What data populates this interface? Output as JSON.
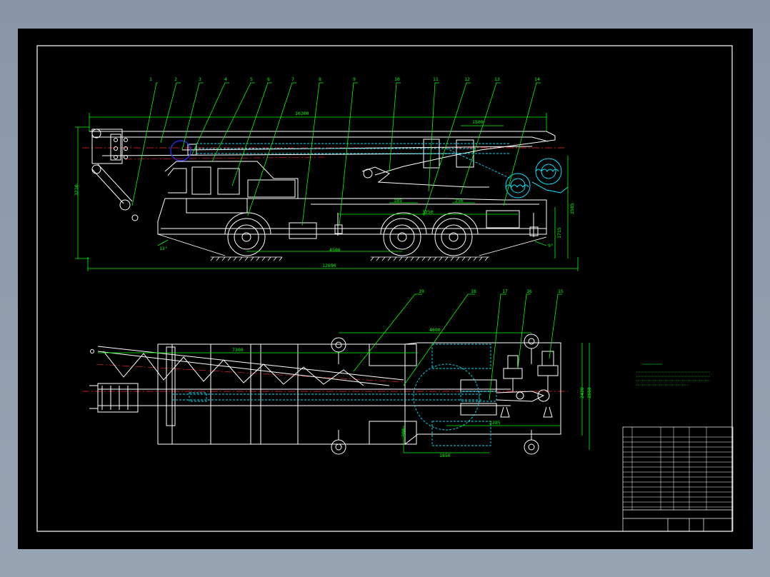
{
  "drawing": {
    "colors": {
      "background": "#000000",
      "frame": "#ffffff",
      "outline": "#ffffff",
      "leader": "#00ff00",
      "dimension": "#00ff00",
      "hidden": "#00e5ff",
      "centerline": "#ff2a2a",
      "highlight": "#3030ff"
    },
    "side_view": {
      "balloons": [
        "1",
        "2",
        "3",
        "4",
        "5",
        "6",
        "7",
        "8",
        "9",
        "10",
        "11",
        "12",
        "13",
        "14"
      ],
      "dims": {
        "boom_length": "10200",
        "top_span": "1500",
        "left_height": "3210",
        "right_height": "3585",
        "right_inner": "1715",
        "wheelbase": "4500",
        "mid_span": "3250",
        "gap_a": "185",
        "gap_b": "256",
        "overall_length": "12690",
        "approach_angle": "13°",
        "departure_angle": "9°"
      }
    },
    "plan_view": {
      "balloons": [
        "19",
        "18",
        "17",
        "16",
        "15"
      ],
      "dims": {
        "boom_span": "7300",
        "outrigger_span": "4600",
        "track": "2285",
        "center_width": "1850",
        "offset": "280",
        "width_a": "2550",
        "width_b": "2420"
      }
    },
    "notes": {
      "lines": []
    },
    "parts_table": {
      "rows": []
    }
  }
}
